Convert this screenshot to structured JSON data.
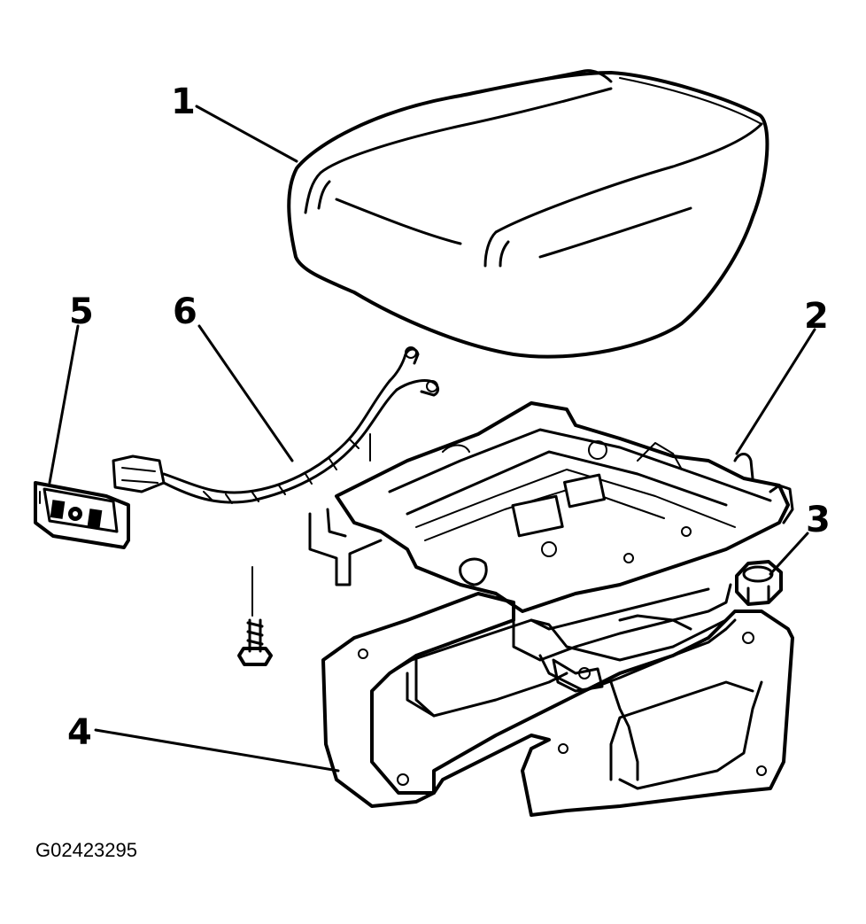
{
  "figure": {
    "id_label": "G02423295"
  },
  "callouts": [
    {
      "number": "1"
    },
    {
      "number": "2"
    },
    {
      "number": "3"
    },
    {
      "number": "4"
    },
    {
      "number": "5"
    },
    {
      "number": "6"
    }
  ]
}
